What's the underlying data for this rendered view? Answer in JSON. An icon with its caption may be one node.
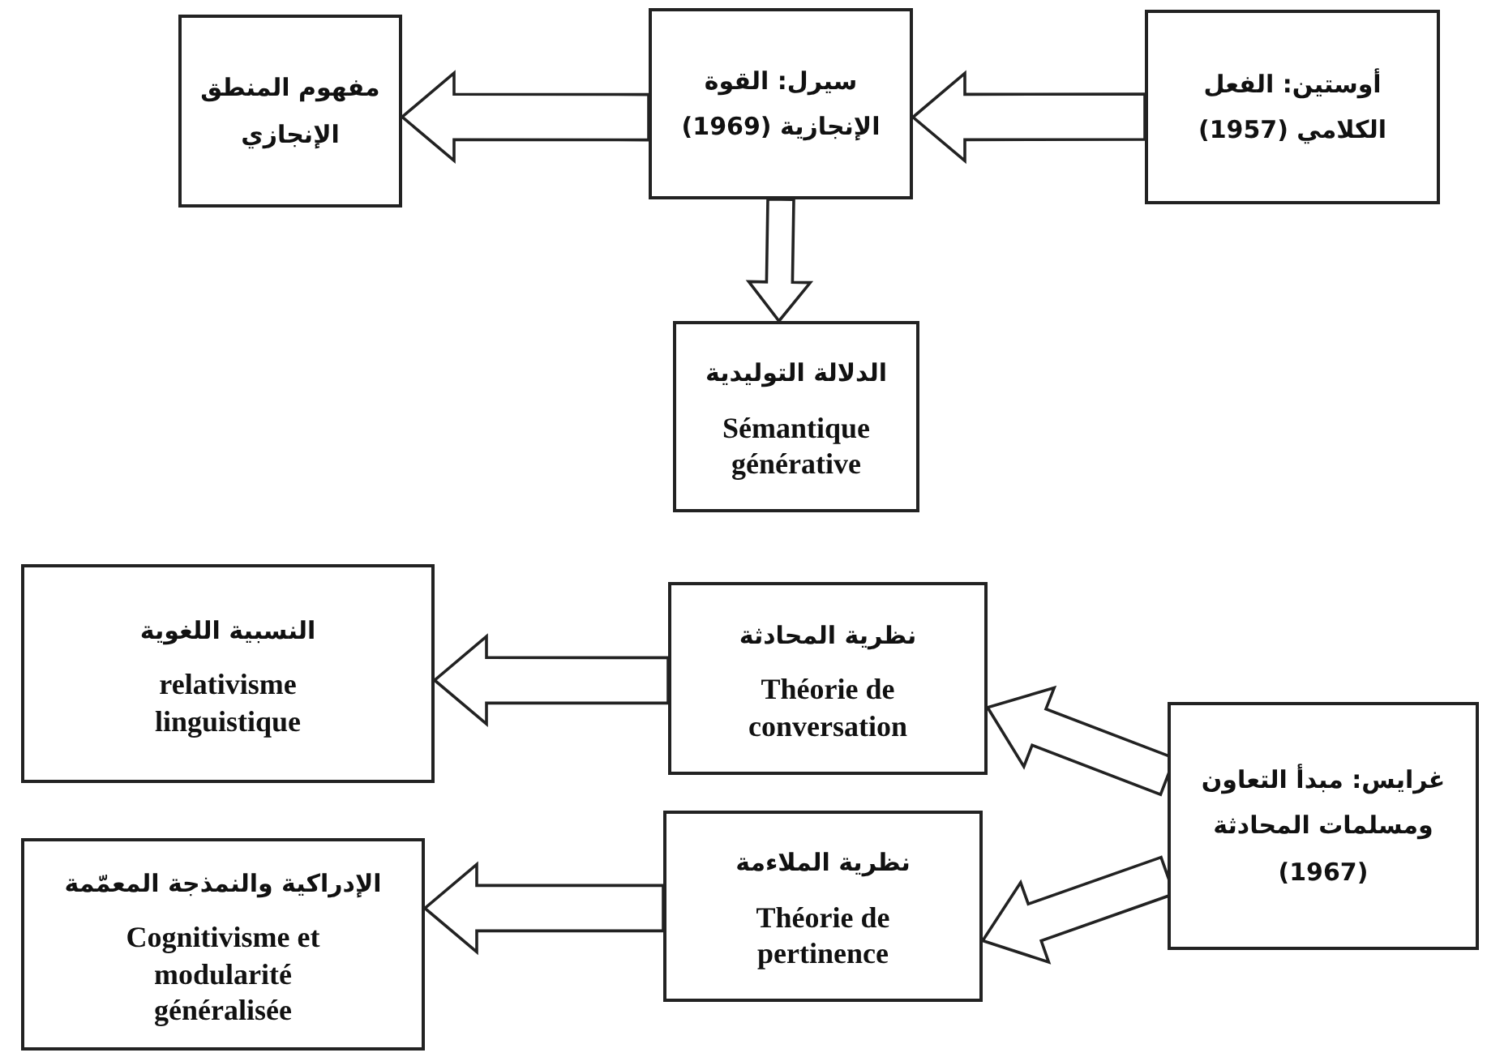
{
  "diagram": {
    "nodes": [
      {
        "text": [
          "أوستين: الفعل الكلامي (1957)"
        ]
      },
      {
        "text": [
          "سيرل: القوة الإنجازية (1969)"
        ]
      },
      {
        "text": [
          "مفهوم المنطق الإنجازي"
        ]
      },
      {
        "text": [
          "الدلالة التوليدية",
          "Sémantique générative"
        ]
      },
      {
        "text": [
          "غرايس: مبدأ التعاون ومسلمات المحادثة (1967)"
        ]
      },
      {
        "text": [
          "نظرية المحادثة",
          "Théorie de conversation"
        ]
      },
      {
        "text": [
          "النسبية اللغوية",
          "relativisme linguistique"
        ]
      },
      {
        "text": [
          "نظرية الملاءمة",
          "Théorie de pertinence"
        ]
      },
      {
        "text": [
          "الإدراكية والنمذجة المعمّمة",
          "Cognitivisme et modularité généralisée"
        ]
      }
    ],
    "edges": [
      {
        "from": 0,
        "to": 1,
        "arrow": "to"
      },
      {
        "from": 1,
        "to": 2,
        "arrow": "to"
      },
      {
        "from": 1,
        "to": 3,
        "arrow": "to"
      },
      {
        "from": 4,
        "to": 5,
        "arrow": "to"
      },
      {
        "from": 4,
        "to": 7,
        "arrow": "to"
      },
      {
        "from": 5,
        "to": 6,
        "arrow": "to"
      },
      {
        "from": 7,
        "to": 8,
        "arrow": "to"
      }
    ]
  }
}
